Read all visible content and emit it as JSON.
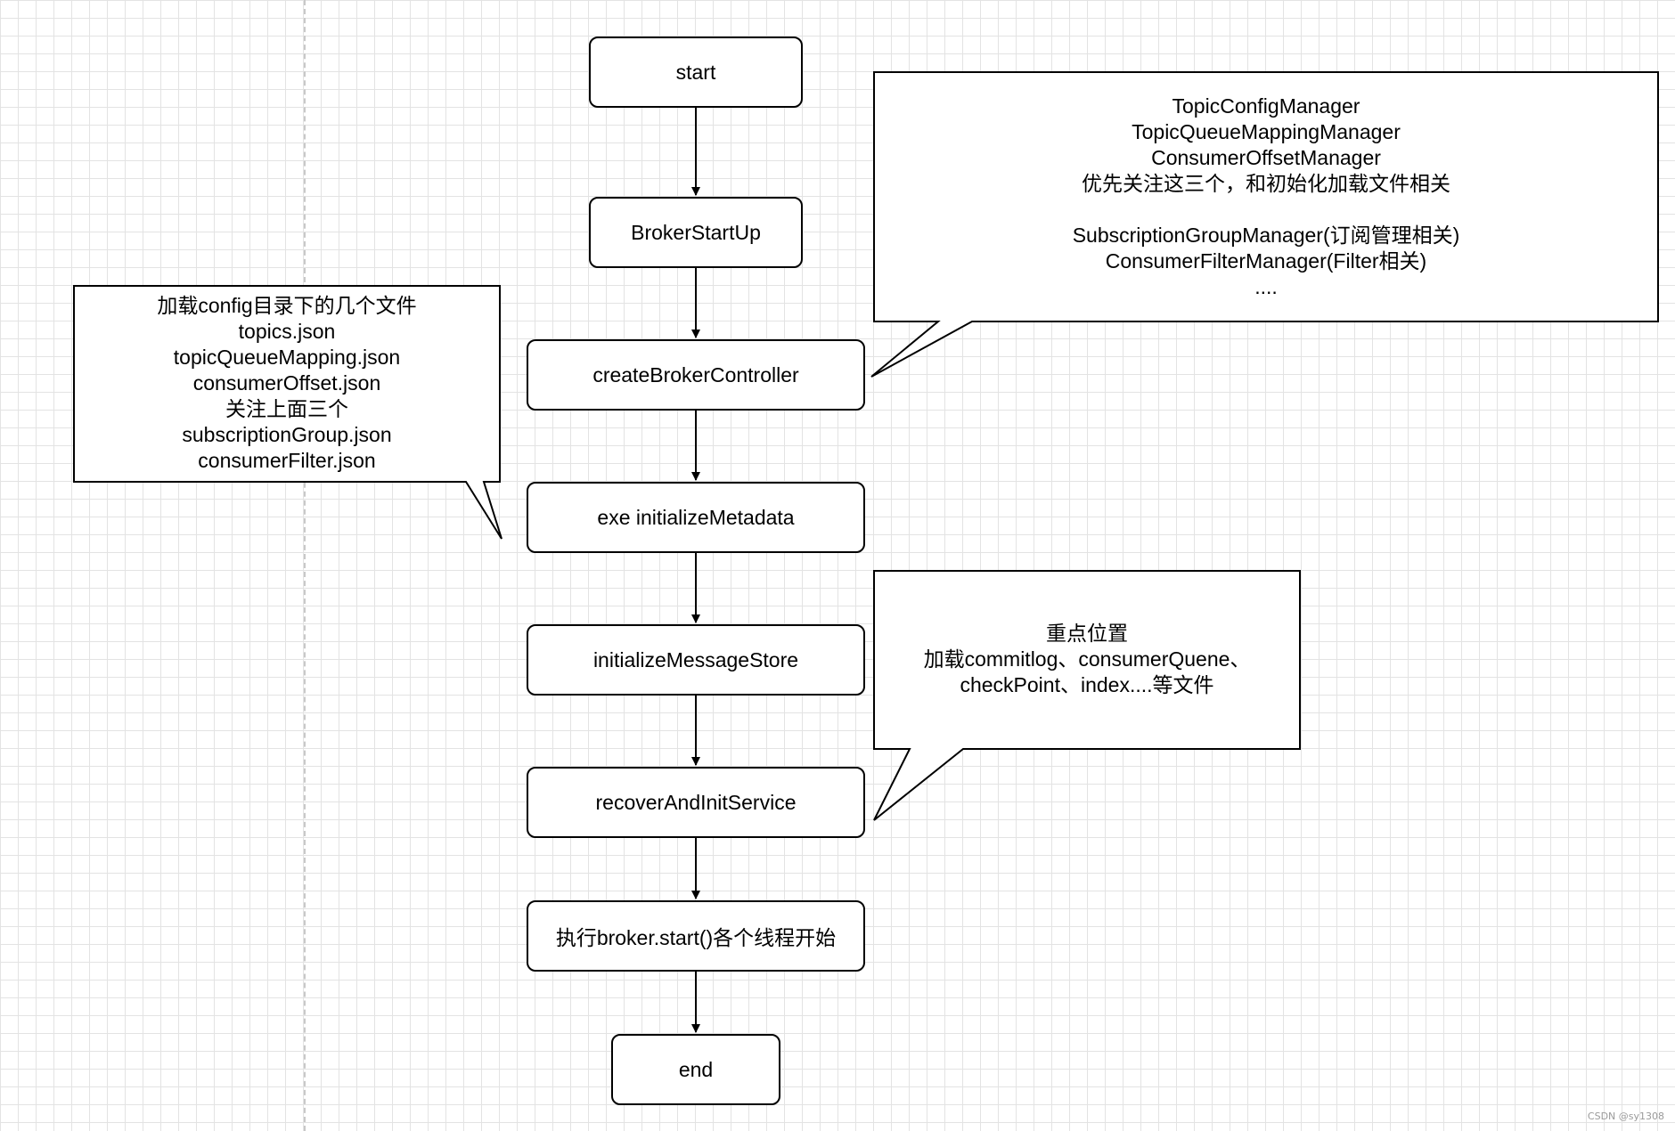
{
  "nodes": {
    "start": "start",
    "broker_start_up": "BrokerStartUp",
    "create_broker_controller": "createBrokerController",
    "initialize_metadata": "exe initializeMetadata",
    "initialize_message_store": "initializeMessageStore",
    "recover_and_init_service": "recoverAndInitService",
    "broker_start": "执行broker.start()各个线程开始",
    "end": "end"
  },
  "notes": {
    "config_files": [
      "加载config目录下的几个文件",
      "topics.json",
      "topicQueueMapping.json",
      "consumerOffset.json",
      "关注上面三个",
      "subscriptionGroup.json",
      "consumerFilter.json"
    ],
    "managers": [
      "TopicConfigManager",
      "TopicQueueMappingManager",
      "ConsumerOffsetManager",
      "优先关注这三个，和初始化加载文件相关",
      "",
      "SubscriptionGroupManager(订阅管理相关)",
      "ConsumerFilterManager(Filter相关)",
      "...."
    ],
    "key_point": [
      "重点位置",
      "加载commitlog、consumerQuene、",
      "checkPoint、index....等文件"
    ]
  },
  "watermark": "CSDN @sy1308"
}
